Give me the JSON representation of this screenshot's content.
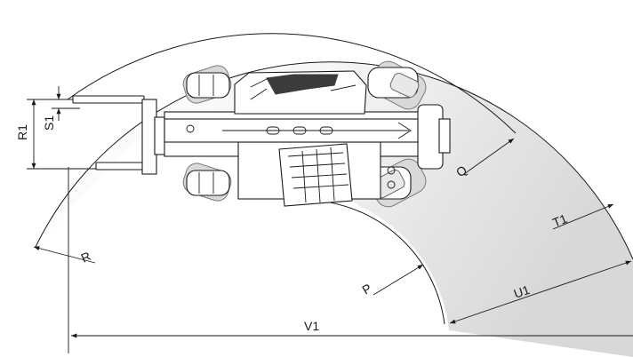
{
  "labels": {
    "R": "R",
    "R1": "R1",
    "S1": "S1",
    "P": "P",
    "Q": "Q",
    "T1": "T1",
    "U1": "U1",
    "V1": "V1"
  },
  "colors": {
    "line": "#1a1a1a",
    "gradient_start": "#ffffff",
    "gradient_end": "#d6d6d6"
  }
}
